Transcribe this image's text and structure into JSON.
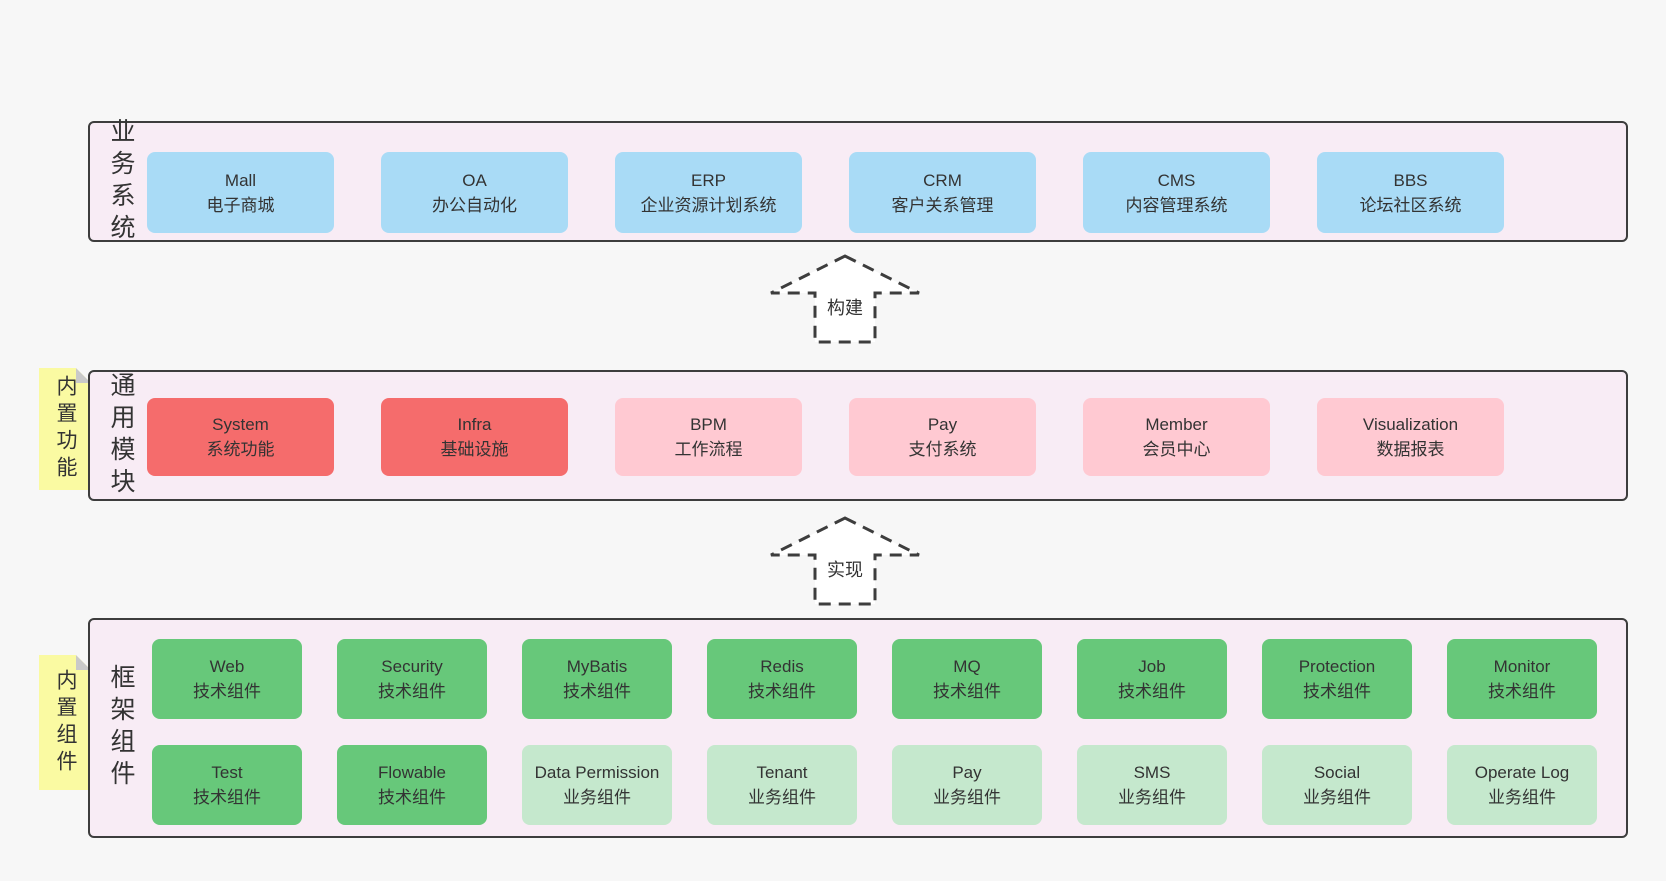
{
  "sections": [
    {
      "label": "业务系统",
      "boxes": [
        {
          "name": "Mall",
          "desc": "电子商城"
        },
        {
          "name": "OA",
          "desc": "办公自动化"
        },
        {
          "name": "ERP",
          "desc": "企业资源计划系统"
        },
        {
          "name": "CRM",
          "desc": "客户关系管理"
        },
        {
          "name": "CMS",
          "desc": "内容管理系统"
        },
        {
          "name": "BBS",
          "desc": "论坛社区系统"
        }
      ]
    },
    {
      "label": "通用模块",
      "note": "内置功能",
      "boxes": [
        {
          "name": "System",
          "desc": "系统功能"
        },
        {
          "name": "Infra",
          "desc": "基础设施"
        },
        {
          "name": "BPM",
          "desc": "工作流程"
        },
        {
          "name": "Pay",
          "desc": "支付系统"
        },
        {
          "name": "Member",
          "desc": "会员中心"
        },
        {
          "name": "Visualization",
          "desc": "数据报表"
        }
      ]
    },
    {
      "label": "框架组件",
      "note": "内置组件",
      "rows": [
        [
          {
            "name": "Web",
            "desc": "技术组件"
          },
          {
            "name": "Security",
            "desc": "技术组件"
          },
          {
            "name": "MyBatis",
            "desc": "技术组件"
          },
          {
            "name": "Redis",
            "desc": "技术组件"
          },
          {
            "name": "MQ",
            "desc": "技术组件"
          },
          {
            "name": "Job",
            "desc": "技术组件"
          },
          {
            "name": "Protection",
            "desc": "技术组件"
          },
          {
            "name": "Monitor",
            "desc": "技术组件"
          }
        ],
        [
          {
            "name": "Test",
            "desc": "技术组件"
          },
          {
            "name": "Flowable",
            "desc": "技术组件"
          },
          {
            "name": "Data Permission",
            "desc": "业务组件"
          },
          {
            "name": "Tenant",
            "desc": "业务组件"
          },
          {
            "name": "Pay",
            "desc": "业务组件"
          },
          {
            "name": "SMS",
            "desc": "业务组件"
          },
          {
            "name": "Social",
            "desc": "业务组件"
          },
          {
            "name": "Operate Log",
            "desc": "业务组件"
          }
        ]
      ]
    }
  ],
  "arrows": [
    {
      "label": "构建"
    },
    {
      "label": "实现"
    }
  ],
  "colors": {
    "page_bg": "#f7f7f7",
    "section_bg": "#f8ecf5",
    "section_border": "#3d3d3d",
    "blue_box": "#a9dbf6",
    "red_box": "#f56c6c",
    "pink_box": "#ffc9d2",
    "green_box": "#67c87a",
    "light_green_box": "#c5e8cd",
    "note_yellow": "#fafaa2",
    "text": "#333333"
  }
}
